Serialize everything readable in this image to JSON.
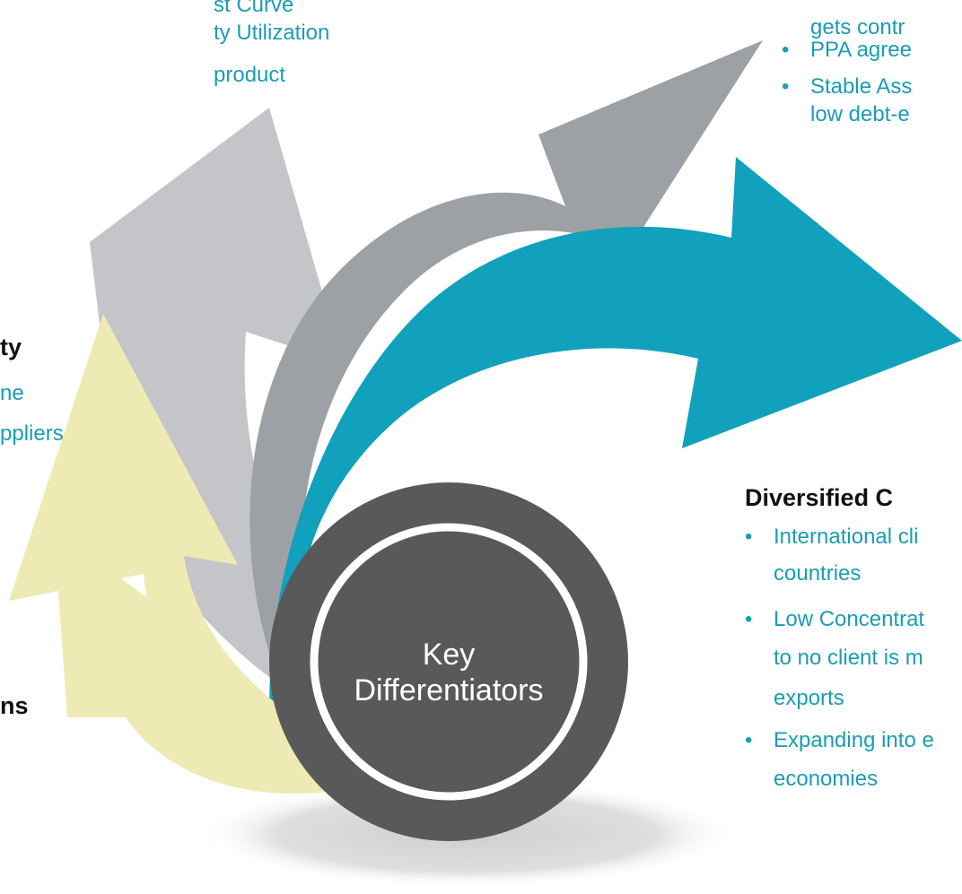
{
  "colors": {
    "teal": "#12a1bc",
    "gray_dark": "#9da1a5",
    "gray_light": "#c3c5c8",
    "yellow": "#eeeab3",
    "circle": "#595959",
    "text_teal": "#1a9db4"
  },
  "center": {
    "line1": "Key",
    "line2": "Differentiators"
  },
  "top_left": {
    "line1": "st Curve",
    "line2": "ty Utilization",
    "line3": "product"
  },
  "top_right": {
    "line1": "gets contr",
    "bullet1": "PPA agree",
    "bullet2_line1": "Stable Ass",
    "bullet2_line2": "low debt-e"
  },
  "left_middle": {
    "heading": "ty",
    "line1": "ne",
    "line2": "ppliers"
  },
  "left_bottom": {
    "heading": "ns"
  },
  "right_section": {
    "heading": "Diversified C",
    "bullets": [
      {
        "line1": "International cli",
        "line2": "countries"
      },
      {
        "line1": "Low Concentrat",
        "line2": "to no client is m",
        "line3": "exports"
      },
      {
        "line1": "Expanding into e",
        "line2": "economies"
      }
    ]
  },
  "bullet_char": "•"
}
